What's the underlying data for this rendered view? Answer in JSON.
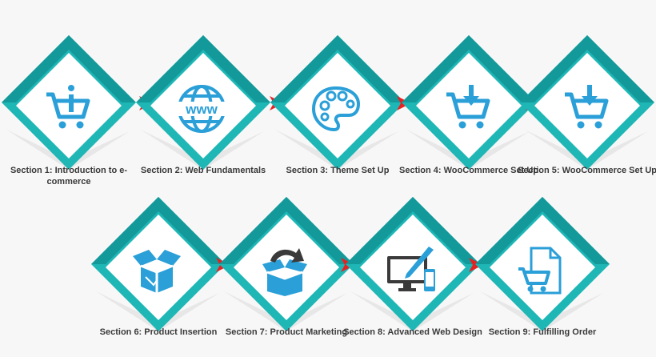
{
  "steps": [
    {
      "label": "Section 1: Introduction to e-commerce",
      "icon": "cart-info-icon"
    },
    {
      "label": "Section 2: Web Fundamentals",
      "icon": "www-globe-icon",
      "globe_text": "www"
    },
    {
      "label": "Section 3: Theme Set Up",
      "icon": "palette-icon"
    },
    {
      "label": "Section 4: WooCommerce Set Up",
      "icon": "cart-download-icon"
    },
    {
      "label": "Section 5: WooCommerce Set Up",
      "icon": "cart-download-icon"
    },
    {
      "label": "Section 6: Product Insertion",
      "icon": "open-box-icon"
    },
    {
      "label": "Section 7: Product Marketing",
      "icon": "box-arrow-icon"
    },
    {
      "label": "Section 8: Advanced Web Design",
      "icon": "devices-design-icon"
    },
    {
      "label": "Section 9: Fulfilling Order",
      "icon": "document-cart-icon"
    }
  ],
  "colors": {
    "teal": "#1fb6b6",
    "teal_dark": "#13999a",
    "icon": "#2a9fd8",
    "arrow": "#e8201f",
    "text": "#3a3a3a"
  }
}
